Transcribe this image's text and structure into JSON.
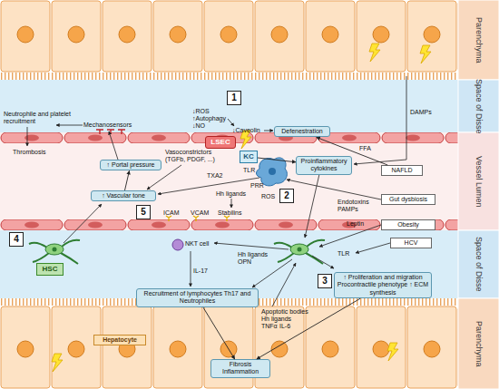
{
  "diagram": {
    "nodes": [
      {
        "text": [
          "1"
        ]
      },
      {
        "text": [
          "LSEC"
        ]
      },
      {
        "text": [
          "Defenestration"
        ]
      },
      {
        "text": [
          "KC"
        ]
      },
      {
        "text": [
          "↑ Portal pressure"
        ]
      },
      {
        "text": [
          "Proinflammatory cytokines"
        ]
      },
      {
        "text": [
          "NAFLD"
        ]
      },
      {
        "text": [
          "↑ Vascular tone"
        ]
      },
      {
        "text": [
          "2"
        ]
      },
      {
        "text": [
          "Gut dysbiosis"
        ]
      },
      {
        "text": [
          "5"
        ]
      },
      {
        "text": [
          "Obesity"
        ]
      },
      {
        "text": [
          "4"
        ]
      },
      {
        "text": [
          "3"
        ]
      },
      {
        "text": [
          "HCV"
        ]
      },
      {
        "text": [
          "HSC"
        ]
      },
      {
        "text": [
          "Recruitment of lymphocytes Th17 and Neutrophiles"
        ]
      },
      {
        "text": [
          "↑ Proliferation and migration Procontractile phenotype ↑ ECM synthesis"
        ]
      },
      {
        "text": [
          "Hepatocyte"
        ]
      },
      {
        "text": [
          "Fibrosis Inflammation"
        ]
      }
    ],
    "edges": [
      {
        "from": 7,
        "to": 4,
        "arrow": "to"
      },
      {
        "from": 6,
        "to": 2,
        "label": "FFA",
        "arrow": "to"
      },
      {
        "from": 3,
        "to": 5,
        "arrow": "to"
      },
      {
        "from": 16,
        "to": 19,
        "arrow": "to"
      },
      {
        "from": 17,
        "to": 19,
        "arrow": "to"
      }
    ],
    "labels": [
      "Parenchyma",
      "Space of Disse",
      "Vessel Lumen",
      "Space of Disse",
      "Parenchyma",
      "DAMPs",
      "↓ROS",
      "↑Autophagy",
      "↓NO",
      "↓Caveolin",
      "Neutrophile and platelet recruitment",
      "Mechanosensors",
      "Thrombosis",
      "Vasoconstrictors (TGFb, PDGF, ...)",
      "TLR",
      "PRR",
      "ROS",
      "TXA2",
      "Hh ligands",
      "ICAM",
      "VCAM",
      "Stabilins",
      "Endotoxins PAMPs",
      "Leptin",
      "NKT cell",
      "Hh ligands",
      "OPN",
      "IL-17",
      "TLR",
      "Apoptotic bodies",
      "Hh ligands",
      "TNFα",
      "IL-6"
    ]
  }
}
